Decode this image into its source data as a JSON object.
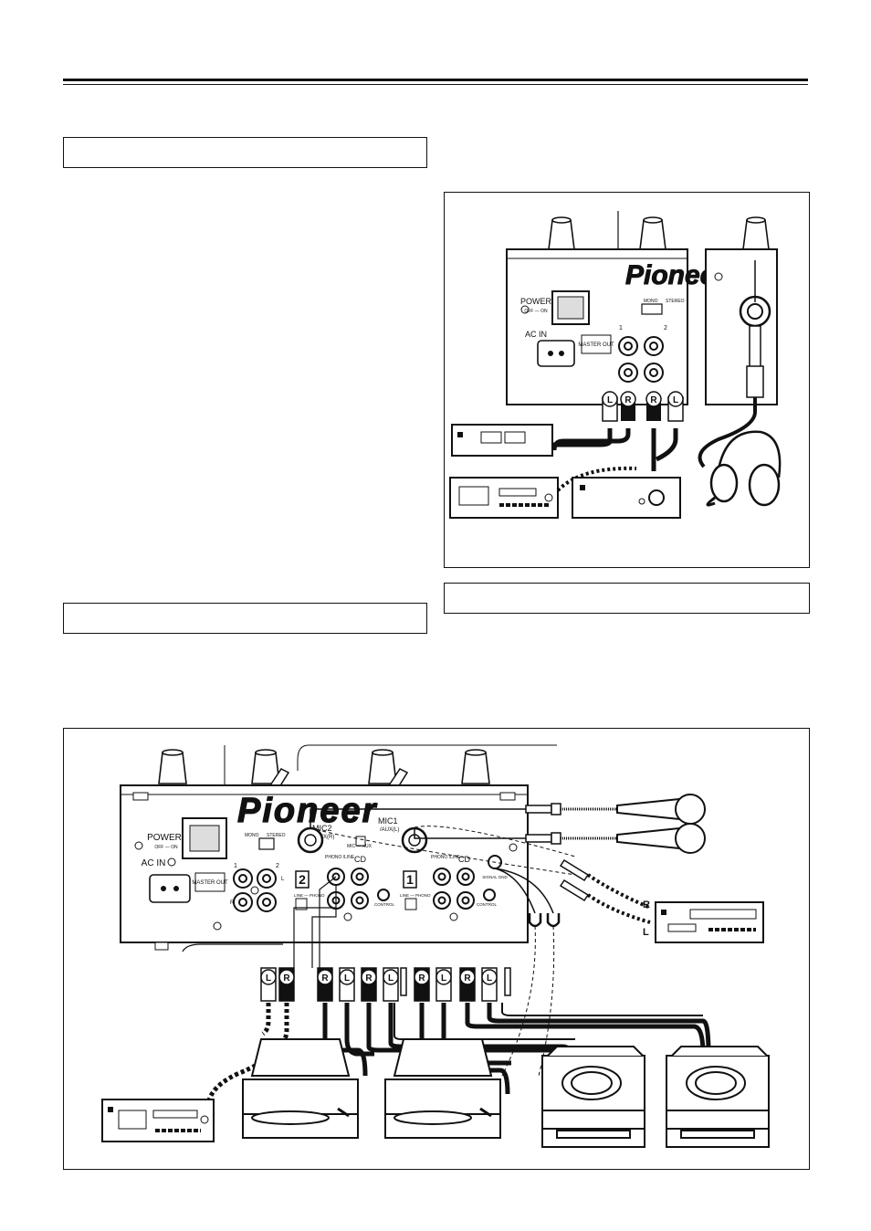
{
  "brand": "Pioneer",
  "rear_panel": {
    "power": "POWER",
    "power_states": "OFF — ON",
    "ac_in": "AC IN",
    "mono": "MONO",
    "stereo": "STEREO",
    "master_out": "MASTER OUT",
    "ch1": "1",
    "ch2": "2",
    "l": "L",
    "r": "R"
  },
  "inputs": {
    "mic2": "MIC2",
    "mic2_sub": "/AUX(R)",
    "mic1": "MIC1",
    "mic1_sub": "/AUX(L)",
    "mic_aux": "MIC — AUX",
    "phono_line": "PHONO /LINE",
    "cd": "CD",
    "line_phono": "LINE — PHONO",
    "control": "CONTROL",
    "signal_gnd": "SIGNAL GND",
    "channel_2": "2",
    "channel_1": "1"
  },
  "plugs": {
    "left": "L",
    "right": "R"
  },
  "cd_player_labels": {
    "r": "R",
    "l": "L"
  }
}
